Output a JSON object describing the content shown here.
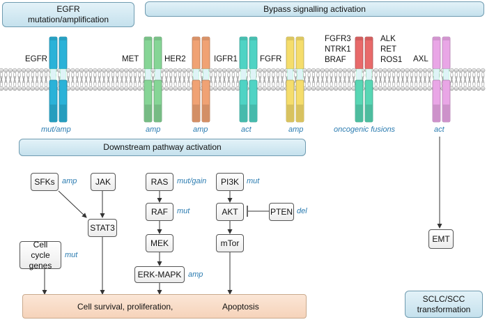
{
  "banners": {
    "egfr_title": "EGFR mutation/amplification",
    "bypass_title": "Bypass signalling activation",
    "downstream_title": "Downstream pathway activation",
    "sclc_title": "SCLC/SCC transformation"
  },
  "receptors": {
    "egfr": {
      "label": "EGFR",
      "alteration": "mut/amp",
      "color": "#2bb2d8"
    },
    "met": {
      "label": "MET",
      "alteration": "amp",
      "color": "#86d596"
    },
    "her2": {
      "label": "HER2",
      "color": "#f0a274"
    },
    "her2_alteration": "amp",
    "igfr1": {
      "label": "IGFR1",
      "color": "#4fd3c4"
    },
    "igfr1_alteration": "act",
    "fgfr": {
      "label": "FGFR",
      "alteration": "amp",
      "color": "#f5dd6c"
    },
    "fusion_left": {
      "label_lines": [
        "FGFR3",
        "NTRK1",
        "BRAF"
      ],
      "color_top": "#e86a6a",
      "color_bottom": "#58d6b4"
    },
    "fusion_right": {
      "label_lines": [
        "ALK",
        "RET",
        "ROS1"
      ]
    },
    "fusion_alteration": "oncogenic fusions",
    "axl": {
      "label": "AXL",
      "alteration": "act",
      "color": "#e9a6e6"
    }
  },
  "nodes": {
    "sfks": "SFKs",
    "sfks_alt": "amp",
    "jak": "JAK",
    "stat3": "STAT3",
    "ras": "RAS",
    "ras_alt": "mut/gain",
    "raf": "RAF",
    "raf_alt": "mut",
    "mek": "MEK",
    "erk": "ERK-MAPK",
    "erk_alt": "amp",
    "pi3k": "PI3K",
    "pi3k_alt": "mut",
    "akt": "AKT",
    "pten": "PTEN",
    "pten_alt": "del",
    "mtor": "mTor",
    "cellcycle": "Cell cycle genes",
    "cellcycle_alt": "mut",
    "emt": "EMT"
  },
  "outcome": {
    "left_text": "Cell survival, proliferation,",
    "right_text": "Apoptosis"
  },
  "colors": {
    "banner_border": "#6f9bb0",
    "alteration_text": "#2a7bb0",
    "outcome_fill": "#f6d3ba"
  }
}
